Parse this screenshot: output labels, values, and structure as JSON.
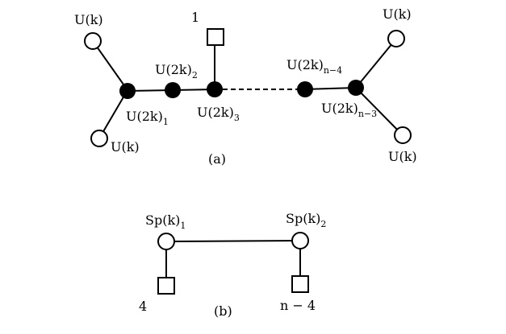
{
  "diagram_a": {
    "caption": "(a)",
    "nodes": {
      "u_top_left": {
        "kind": "open-circle",
        "label": "U(k)"
      },
      "u_bottom_left": {
        "kind": "open-circle",
        "label": "U(k)"
      },
      "u2k_1": {
        "kind": "filled-circle",
        "label": "U(2k)",
        "subscript": "1"
      },
      "u2k_2": {
        "kind": "filled-circle",
        "label": "U(2k)",
        "subscript": "2"
      },
      "u2k_3": {
        "kind": "filled-circle",
        "label": "U(2k)",
        "subscript": "3"
      },
      "flavor_1": {
        "kind": "square",
        "label": "1"
      },
      "u2k_n4": {
        "kind": "filled-circle",
        "label": "U(2k)",
        "subscript": "n−4"
      },
      "u2k_n3": {
        "kind": "filled-circle",
        "label": "U(2k)",
        "subscript": "n−3"
      },
      "u_top_right": {
        "kind": "open-circle",
        "label": "U(k)"
      },
      "u_bottom_right": {
        "kind": "open-circle",
        "label": "U(k)"
      }
    },
    "edges": [
      {
        "from": "u_top_left",
        "to": "u2k_1",
        "style": "solid"
      },
      {
        "from": "u_bottom_left",
        "to": "u2k_1",
        "style": "solid"
      },
      {
        "from": "u2k_1",
        "to": "u2k_2",
        "style": "solid"
      },
      {
        "from": "u2k_2",
        "to": "u2k_3",
        "style": "solid"
      },
      {
        "from": "u2k_3",
        "to": "flavor_1",
        "style": "solid"
      },
      {
        "from": "u2k_3",
        "to": "u2k_n4",
        "style": "dashed"
      },
      {
        "from": "u2k_n4",
        "to": "u2k_n3",
        "style": "solid"
      },
      {
        "from": "u2k_n3",
        "to": "u_top_right",
        "style": "solid"
      },
      {
        "from": "u2k_n3",
        "to": "u_bottom_right",
        "style": "solid"
      }
    ]
  },
  "diagram_b": {
    "caption": "(b)",
    "nodes": {
      "sp_1": {
        "kind": "open-circle",
        "label": "Sp(k)",
        "subscript": "1"
      },
      "sp_2": {
        "kind": "open-circle",
        "label": "Sp(k)",
        "subscript": "2"
      },
      "flavor_4": {
        "kind": "square",
        "label": "4"
      },
      "flavor_n4": {
        "kind": "square",
        "label": "n − 4"
      }
    },
    "edges": [
      {
        "from": "sp_1",
        "to": "sp_2",
        "style": "solid"
      },
      {
        "from": "sp_1",
        "to": "flavor_4",
        "style": "solid"
      },
      {
        "from": "sp_2",
        "to": "flavor_n4",
        "style": "solid"
      }
    ]
  },
  "colors": {
    "stroke": "#000000",
    "filled_node": "#000000",
    "open_node": "#ffffff",
    "background": "#ffffff"
  }
}
